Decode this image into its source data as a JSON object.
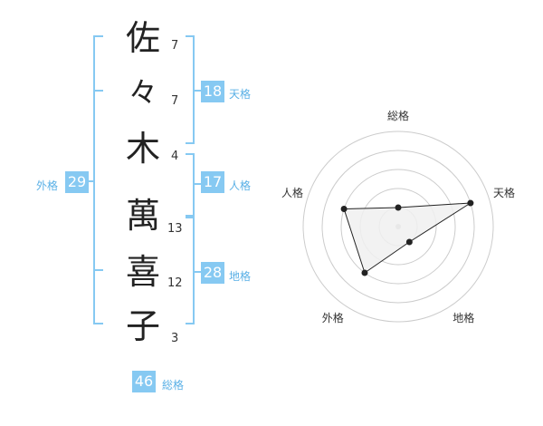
{
  "name_chars": [
    {
      "char": "佐",
      "strokes": "7"
    },
    {
      "char": "々",
      "strokes": "7"
    },
    {
      "char": "木",
      "strokes": "4"
    },
    {
      "char": "萬",
      "strokes": "13"
    },
    {
      "char": "喜",
      "strokes": "12"
    },
    {
      "char": "子",
      "strokes": "3"
    }
  ],
  "fortune": {
    "tenkaku": {
      "label": "天格",
      "value": "18"
    },
    "jinkaku": {
      "label": "人格",
      "value": "17"
    },
    "chikaku": {
      "label": "地格",
      "value": "28"
    },
    "gaikaku": {
      "label": "外格",
      "value": "29"
    },
    "soukaku": {
      "label": "総格",
      "value": "46"
    }
  },
  "chart_data": {
    "type": "radar",
    "axes": [
      "総格",
      "天格",
      "地格",
      "外格",
      "人格"
    ],
    "values": [
      1,
      4,
      1,
      3,
      3
    ],
    "rmax": 5,
    "rings": 5,
    "colors": {
      "fill": "#f0f0f0",
      "line": "#222222",
      "grid": "#cccccc",
      "bracket": "#86c9f2"
    }
  }
}
